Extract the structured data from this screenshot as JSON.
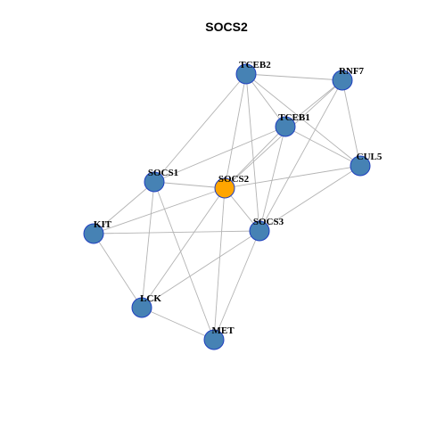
{
  "title": "SOCS2",
  "colors": {
    "default_node": "#4682b4",
    "highlight_node": "#ffa500",
    "node_border": "#1f3fbf",
    "edge": "#b3b3b3"
  },
  "network": {
    "highlight": "SOCS2",
    "nodes": [
      {
        "id": "TCEB2",
        "label": "TCEB2"
      },
      {
        "id": "RNF7",
        "label": "RNF7"
      },
      {
        "id": "TCEB1",
        "label": "TCEB1"
      },
      {
        "id": "CUL5",
        "label": "CUL5"
      },
      {
        "id": "SOCS1",
        "label": "SOCS1"
      },
      {
        "id": "SOCS2",
        "label": "SOCS2"
      },
      {
        "id": "KIT",
        "label": "KIT"
      },
      {
        "id": "SOCS3",
        "label": "SOCS3"
      },
      {
        "id": "LCK",
        "label": "LCK"
      },
      {
        "id": "MET",
        "label": "MET"
      }
    ],
    "edges": [
      [
        "TCEB2",
        "RNF7"
      ],
      [
        "TCEB2",
        "TCEB1"
      ],
      [
        "TCEB2",
        "CUL5"
      ],
      [
        "TCEB2",
        "SOCS1"
      ],
      [
        "TCEB2",
        "SOCS2"
      ],
      [
        "TCEB2",
        "SOCS3"
      ],
      [
        "RNF7",
        "TCEB1"
      ],
      [
        "RNF7",
        "CUL5"
      ],
      [
        "RNF7",
        "SOCS2"
      ],
      [
        "RNF7",
        "SOCS3"
      ],
      [
        "TCEB1",
        "CUL5"
      ],
      [
        "TCEB1",
        "SOCS1"
      ],
      [
        "TCEB1",
        "SOCS2"
      ],
      [
        "TCEB1",
        "SOCS3"
      ],
      [
        "CUL5",
        "SOCS2"
      ],
      [
        "CUL5",
        "SOCS3"
      ],
      [
        "SOCS1",
        "SOCS2"
      ],
      [
        "SOCS1",
        "KIT"
      ],
      [
        "SOCS1",
        "LCK"
      ],
      [
        "SOCS1",
        "MET"
      ],
      [
        "SOCS2",
        "KIT"
      ],
      [
        "SOCS2",
        "SOCS3"
      ],
      [
        "SOCS2",
        "LCK"
      ],
      [
        "SOCS2",
        "MET"
      ],
      [
        "KIT",
        "SOCS3"
      ],
      [
        "KIT",
        "LCK"
      ],
      [
        "SOCS3",
        "LCK"
      ],
      [
        "SOCS3",
        "MET"
      ],
      [
        "LCK",
        "MET"
      ]
    ]
  }
}
